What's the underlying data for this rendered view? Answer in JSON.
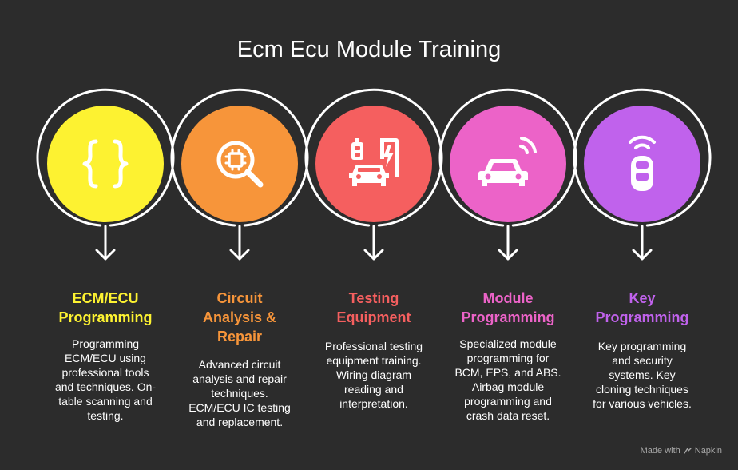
{
  "title": "Ecm Ecu Module Training",
  "watermark": {
    "prefix": "Made with",
    "brand": "Napkin"
  },
  "steps": [
    {
      "icon": "curly-braces-icon",
      "color": "#fdf231",
      "heading_color": "#fdf231",
      "heading": "ECM/ECU\nProgramming",
      "description": "Programming\nECM/ECU using\nprofessional tools\nand techniques. On-\ntable scanning and\ntesting."
    },
    {
      "icon": "chip-magnifier-icon",
      "color": "#f7953a",
      "heading_color": "#f7953a",
      "heading": "Circuit\nAnalysis &\nRepair",
      "description": "Advanced circuit\nanalysis and repair\ntechniques.\nECM/ECU IC testing\nand replacement."
    },
    {
      "icon": "ev-charging-icon",
      "color": "#f55f5f",
      "heading_color": "#f55f5f",
      "heading": "Testing\nEquipment",
      "description": "Professional testing\nequipment training.\nWiring diagram\nreading and\ninterpretation."
    },
    {
      "icon": "connected-car-icon",
      "color": "#ec63c8",
      "heading_color": "#ec63c8",
      "heading": "Module\nProgramming",
      "description": "Specialized module\nprogramming for\nBCM, EPS, and ABS.\nAirbag module\nprogramming and\ncrash data reset."
    },
    {
      "icon": "car-key-signal-icon",
      "color": "#c062ec",
      "heading_color": "#c062ec",
      "heading": "Key\nProgramming",
      "description": "Key programming\nand security\nsystems. Key\ncloning techniques\nfor various vehicles."
    }
  ]
}
